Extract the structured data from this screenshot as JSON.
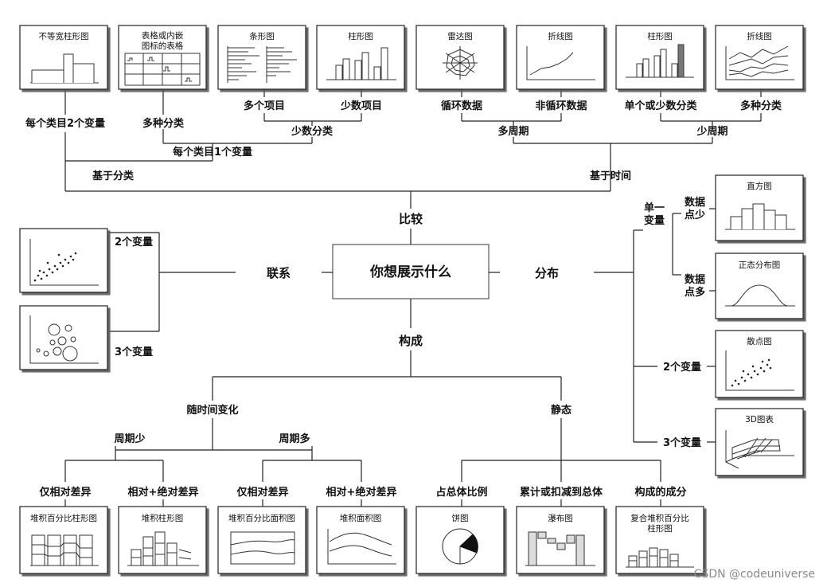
{
  "center": "你想展示什么",
  "branches": {
    "compare": "比较",
    "relation": "联系",
    "distribution": "分布",
    "composition": "构成"
  },
  "compare": {
    "by_category": "基于分类",
    "by_time": "基于时间",
    "two_var_per_item": "每个类目2个变量",
    "one_var_per_item": "每个类目1个变量",
    "many_categories": "多种分类",
    "few_categories": "少数分类",
    "many_items": "多个项目",
    "few_items": "少数项目",
    "many_periods": "多周期",
    "few_periods": "少周期",
    "cyclic": "循环数据",
    "non_cyclic": "非循环数据",
    "single_or_few": "单个或少数分类",
    "many_kinds": "多种分类",
    "charts": {
      "variable_width": "不等宽柱形图",
      "table_line1": "表格或内嵌",
      "table_line2": "图标的表格",
      "bar": "条形图",
      "column1": "柱形图",
      "radar": "雷达图",
      "line1": "折线图",
      "column2": "柱形图",
      "line2": "折线图"
    }
  },
  "relation": {
    "two_var": "2个变量",
    "three_var": "3个变量"
  },
  "distribution": {
    "single_var_line1": "单一",
    "single_var_line2": "变量",
    "few_points_line1": "数据",
    "few_points_line2": "点少",
    "many_points_line1": "数据",
    "many_points_line2": "点多",
    "two_var": "2个变量",
    "three_var": "3个变量",
    "charts": {
      "histogram": "直方图",
      "normal": "正态分布图",
      "scatter": "散点图",
      "chart3d": "3D图表"
    }
  },
  "composition": {
    "over_time": "随时间变化",
    "static": "静态",
    "few_periods": "周期少",
    "many_periods": "周期多",
    "relative_only_1": "仅相对差异",
    "rel_abs_1": "相对+绝对差异",
    "relative_only_2": "仅相对差异",
    "rel_abs_2": "相对+绝对差异",
    "share_of_total": "占总体比例",
    "accumulate": "累计或扣减到总体",
    "components": "构成的成分",
    "charts": {
      "stacked_pct_column": "堆积百分比柱形图",
      "stacked_column": "堆积柱形图",
      "stacked_pct_area": "堆积百分比面积图",
      "stacked_area": "堆积面积图",
      "pie": "饼图",
      "waterfall": "瀑布图",
      "complex_line1": "复合堆积百分比",
      "complex_line2": "柱形图"
    }
  },
  "watermark": "CSDN @codeuniverse"
}
